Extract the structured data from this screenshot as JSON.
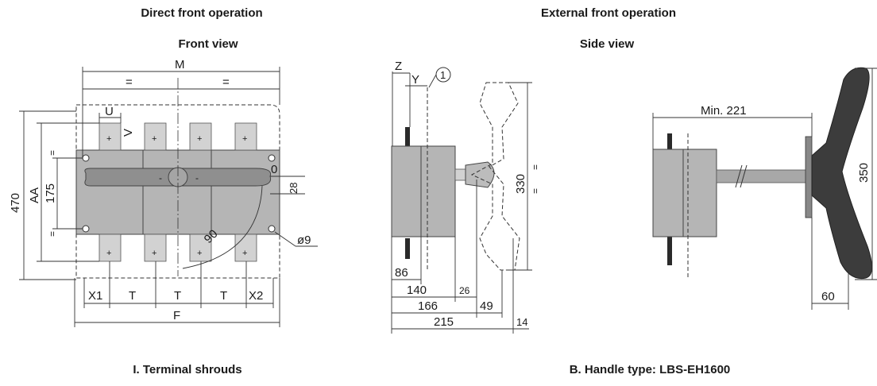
{
  "headers": {
    "direct": "Direct front operation",
    "external": "External front operation",
    "front_view": "Front view",
    "side_view": "Side view",
    "terminal_shrouds": "I. Terminal shrouds",
    "handle_type": "B. Handle type: LBS-EH1600"
  },
  "front": {
    "M": "M",
    "eq1": "=",
    "eq2": "=",
    "U": "U",
    "V": "V",
    "d470": "470",
    "AA": "AA",
    "d175": "175",
    "eq_left_top": "=",
    "eq_left_bot": "=",
    "zero": "0",
    "d28": "28",
    "d90": "90",
    "d9": "ø9",
    "X1": "X1",
    "T1": "T",
    "T2": "T",
    "T3": "T",
    "X2": "X2",
    "F": "F",
    "plus": "+",
    "minus": "-"
  },
  "side": {
    "Z": "Z",
    "Y": "Y",
    "callout": "1",
    "d330": "330",
    "eq_right_top": "=",
    "eq_right_bot": "=",
    "d86": "86",
    "d140": "140",
    "d26": "26",
    "d166": "166",
    "d49": "49",
    "d215": "215",
    "d14": "14"
  },
  "handle": {
    "min221": "Min. 221",
    "d350": "350",
    "d60": "60"
  }
}
